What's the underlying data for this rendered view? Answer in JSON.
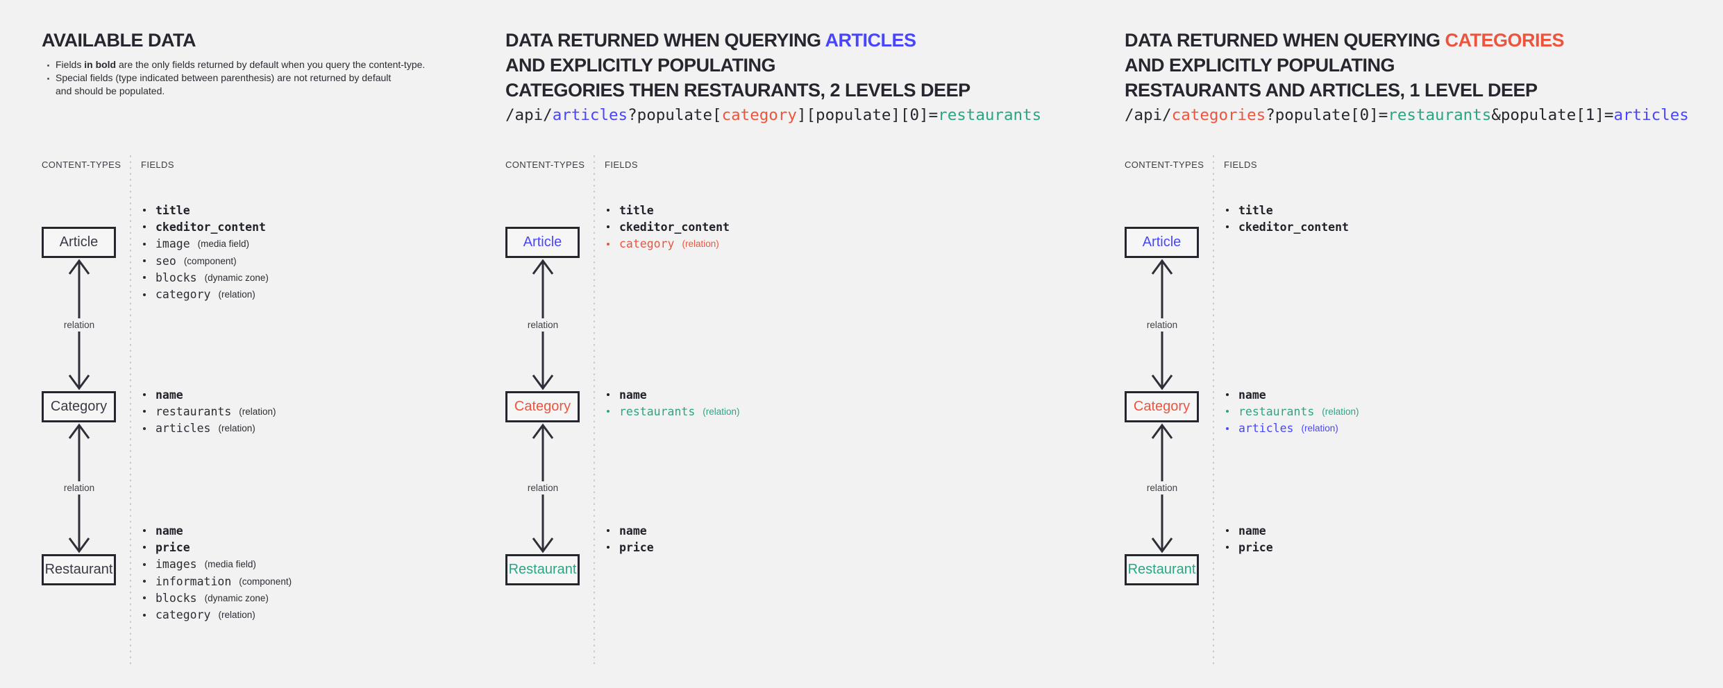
{
  "colors": {
    "ink": "#26262e",
    "blue": "#4945ff",
    "red": "#ed543e",
    "teal": "#2aa584"
  },
  "relation_label": "relation",
  "columns": {
    "left_label": "CONTENT-TYPES",
    "right_label": "FIELDS"
  },
  "panels": [
    {
      "id": "available-data",
      "title_lines": [
        [
          {
            "t": "AVAILABLE DATA"
          }
        ]
      ],
      "notes": [
        {
          "lines": [
            [
              {
                "t": "Fields "
              },
              {
                "t": "in bold",
                "b": true
              },
              {
                "t": " are the only fields returned by default when you query the content-type."
              }
            ]
          ]
        },
        {
          "lines": [
            [
              {
                "t": "Special fields (type indicated between parenthesis) are not returned by default"
              }
            ],
            [
              {
                "t": "and should be populated."
              }
            ]
          ]
        }
      ],
      "api_segments": null,
      "nodes": [
        {
          "label": "Article",
          "fields": [
            {
              "name": "title",
              "bold": true
            },
            {
              "name": "ckeditor_content",
              "bold": true
            },
            {
              "name": "image",
              "type": "(media field)"
            },
            {
              "name": "seo",
              "type": "(component)"
            },
            {
              "name": "blocks",
              "type": "(dynamic zone)"
            },
            {
              "name": "category",
              "type": "(relation)"
            }
          ]
        },
        {
          "label": "Category",
          "fields": [
            {
              "name": "name",
              "bold": true
            },
            {
              "name": "restaurants",
              "type": "(relation)"
            },
            {
              "name": "articles",
              "type": "(relation)"
            }
          ]
        },
        {
          "label": "Restaurant",
          "fields": [
            {
              "name": "name",
              "bold": true
            },
            {
              "name": "price",
              "bold": true
            },
            {
              "name": "images",
              "type": "(media field)"
            },
            {
              "name": "information",
              "type": "(component)"
            },
            {
              "name": "blocks",
              "type": "(dynamic zone)"
            },
            {
              "name": "category",
              "type": "(relation)"
            }
          ]
        }
      ]
    },
    {
      "id": "query-articles",
      "title_lines": [
        [
          {
            "t": "DATA RETURNED WHEN QUERYING "
          },
          {
            "t": "ARTICLES",
            "c": "blue"
          }
        ],
        [
          {
            "t": "AND EXPLICITLY POPULATING"
          }
        ],
        [
          {
            "t": "CATEGORIES THEN RESTAURANTS, 2 LEVELS DEEP"
          }
        ]
      ],
      "notes": null,
      "api_segments": [
        {
          "t": "/api/"
        },
        {
          "t": "articles",
          "c": "blue"
        },
        {
          "t": "?populate["
        },
        {
          "t": "category",
          "c": "red"
        },
        {
          "t": "][populate][0]="
        },
        {
          "t": "restaurants",
          "c": "teal"
        }
      ],
      "nodes": [
        {
          "label": "Article",
          "color": "blue",
          "fields": [
            {
              "name": "title",
              "bold": true
            },
            {
              "name": "ckeditor_content",
              "bold": true
            },
            {
              "name": "category",
              "type": "(relation)",
              "c": "red"
            }
          ]
        },
        {
          "label": "Category",
          "color": "red",
          "fields": [
            {
              "name": "name",
              "bold": true
            },
            {
              "name": "restaurants",
              "type": "(relation)",
              "c": "teal"
            }
          ]
        },
        {
          "label": "Restaurant",
          "color": "teal",
          "fields": [
            {
              "name": "name",
              "bold": true
            },
            {
              "name": "price",
              "bold": true
            }
          ]
        }
      ]
    },
    {
      "id": "query-categories",
      "title_lines": [
        [
          {
            "t": "DATA RETURNED WHEN QUERYING "
          },
          {
            "t": "CATEGORIES",
            "c": "red"
          }
        ],
        [
          {
            "t": "AND EXPLICITLY POPULATING"
          }
        ],
        [
          {
            "t": "RESTAURANTS AND ARTICLES, 1 LEVEL DEEP"
          }
        ]
      ],
      "notes": null,
      "api_segments": [
        {
          "t": "/api/"
        },
        {
          "t": "categories",
          "c": "red"
        },
        {
          "t": "?populate[0]="
        },
        {
          "t": "restaurants",
          "c": "teal"
        },
        {
          "t": "&populate[1]="
        },
        {
          "t": "articles",
          "c": "blue"
        }
      ],
      "nodes": [
        {
          "label": "Article",
          "color": "blue",
          "fields": [
            {
              "name": "title",
              "bold": true
            },
            {
              "name": "ckeditor_content",
              "bold": true
            }
          ]
        },
        {
          "label": "Category",
          "color": "red",
          "fields": [
            {
              "name": "name",
              "bold": true
            },
            {
              "name": "restaurants",
              "type": "(relation)",
              "c": "teal"
            },
            {
              "name": "articles",
              "type": "(relation)",
              "c": "blue"
            }
          ]
        },
        {
          "label": "Restaurant",
          "color": "teal",
          "fields": [
            {
              "name": "name",
              "bold": true
            },
            {
              "name": "price",
              "bold": true
            }
          ]
        }
      ]
    }
  ]
}
